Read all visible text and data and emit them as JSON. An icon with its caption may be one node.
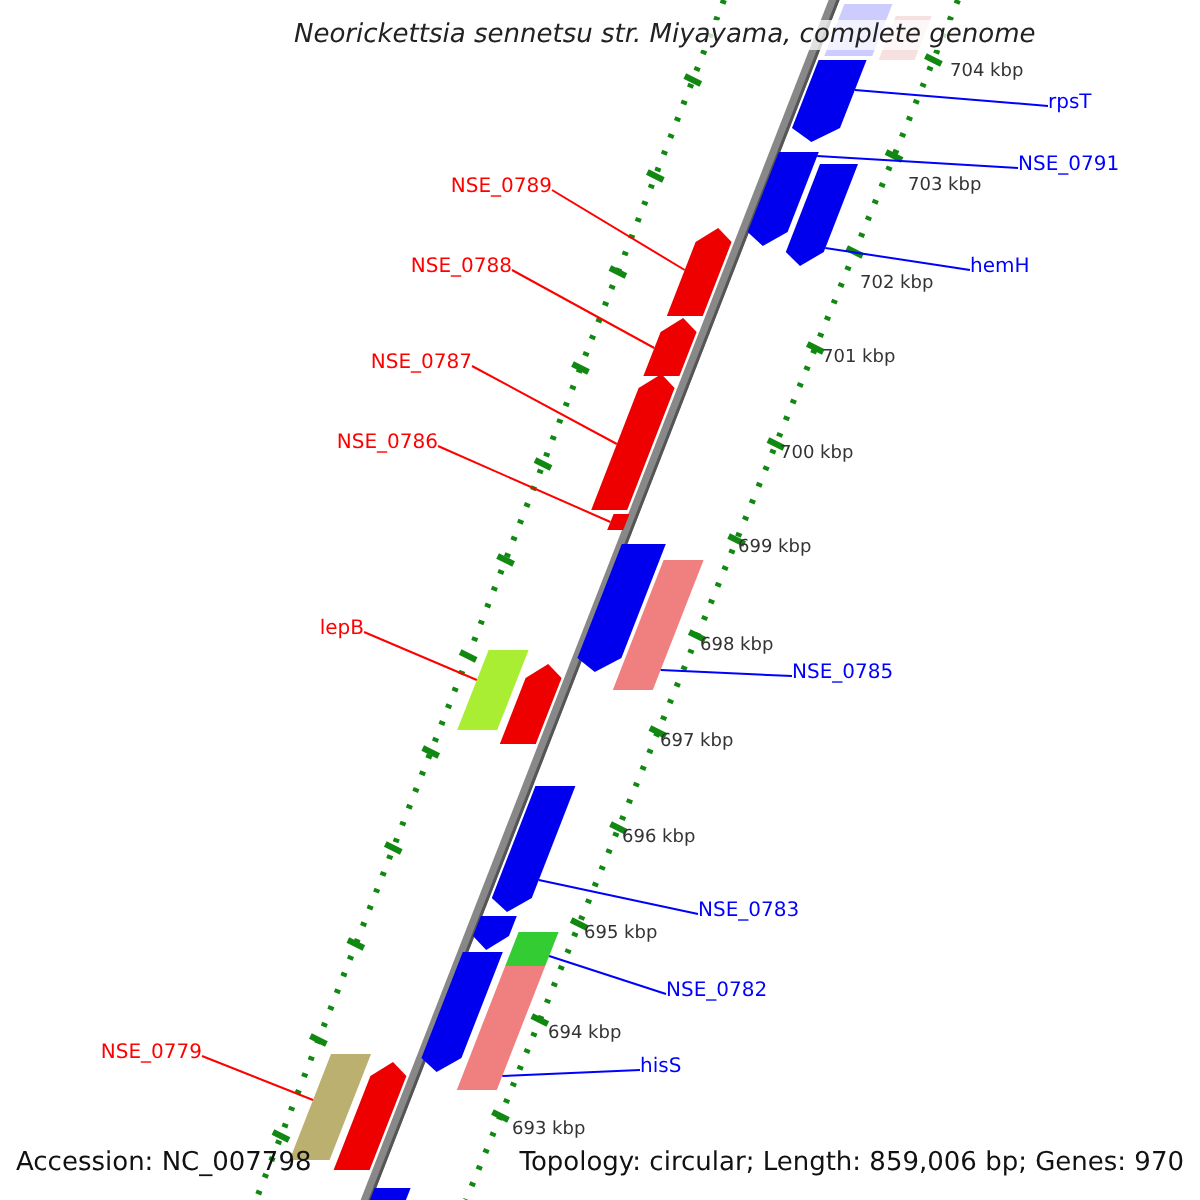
{
  "diagram": {
    "title": "Neorickettsia sennetsu str. Miyayama, complete genome",
    "nodes": [
      {
        "text": [
          "rpsT"
        ]
      },
      {
        "text": [
          "NSE_0791"
        ]
      },
      {
        "text": [
          "NSE_0789"
        ]
      },
      {
        "text": [
          "hemH"
        ]
      },
      {
        "text": [
          "NSE_0788"
        ]
      },
      {
        "text": [
          "NSE_0787"
        ]
      },
      {
        "text": [
          "NSE_0786"
        ]
      },
      {
        "text": [
          "lepB"
        ]
      },
      {
        "text": [
          "NSE_0785"
        ]
      },
      {
        "text": [
          "NSE_0783"
        ]
      },
      {
        "text": [
          "NSE_0782"
        ]
      },
      {
        "text": [
          "hisS"
        ]
      },
      {
        "text": [
          "NSE_0779"
        ]
      },
      {
        "text": [],
        "shape": "bar"
      },
      {
        "text": [],
        "shape": "bar"
      },
      {
        "text": [],
        "shape": "bar"
      },
      {
        "text": [],
        "shape": "bar"
      },
      {
        "text": [],
        "shape": "bar"
      },
      {
        "text": [],
        "shape": "bar"
      },
      {
        "text": [],
        "shape": "bar"
      },
      {
        "text": [],
        "shape": "bar"
      },
      {
        "text": [],
        "shape": "bar"
      },
      {
        "text": [],
        "shape": "bar"
      },
      {
        "text": [],
        "shape": "bar"
      },
      {
        "text": [],
        "shape": "bar"
      },
      {
        "text": [],
        "shape": "bar"
      },
      {
        "text": [],
        "shape": "bar"
      },
      {
        "text": [],
        "shape": "bar"
      },
      {
        "text": [],
        "shape": "bar"
      },
      {
        "text": [],
        "shape": "bar"
      },
      {
        "text": [],
        "shape": "bar"
      },
      {
        "text": [],
        "shape": "bar"
      },
      {
        "text": [],
        "shape": "bar"
      },
      {
        "text": [],
        "shape": "bar"
      }
    ],
    "edges": [
      {
        "from": 0,
        "to": 15,
        "arrow": "none"
      },
      {
        "from": 1,
        "to": 16,
        "arrow": "none"
      },
      {
        "from": 2,
        "to": 18,
        "arrow": "none",
        "color": "#ff0000"
      },
      {
        "from": 3,
        "to": 17,
        "arrow": "none"
      },
      {
        "from": 4,
        "to": 19,
        "arrow": "none",
        "color": "#ff0000"
      },
      {
        "from": 5,
        "to": 20,
        "arrow": "none",
        "color": "#ff0000"
      },
      {
        "from": 6,
        "to": 21,
        "arrow": "none",
        "color": "#ff0000"
      },
      {
        "from": 7,
        "to": 24,
        "arrow": "none",
        "color": "#ff0000"
      },
      {
        "from": 8,
        "to": 23,
        "arrow": "none"
      },
      {
        "from": 9,
        "to": 26,
        "arrow": "none"
      },
      {
        "from": 10,
        "to": 28,
        "arrow": "none"
      },
      {
        "from": 11,
        "to": 30,
        "arrow": "none"
      },
      {
        "from": 12,
        "to": 31,
        "arrow": "none",
        "color": "#ff0000"
      }
    ],
    "labels": [
      "704 kbp",
      "703 kbp",
      "702 kbp",
      "701 kbp",
      "700 kbp",
      "699 kbp",
      "698 kbp",
      "697 kbp",
      "696 kbp",
      "695 kbp",
      "694 kbp",
      "693 kbp",
      "Accession: NC_007798",
      "Topology: circular; Length: 859,006 bp; Genes: 970"
    ]
  }
}
